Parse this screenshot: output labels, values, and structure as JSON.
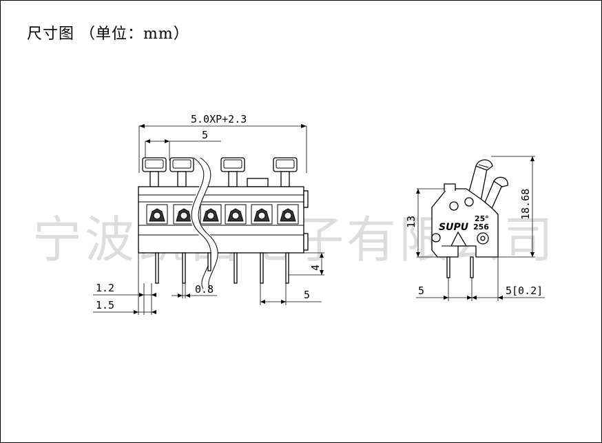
{
  "title": "尺寸图  （单位：mm）",
  "watermark": "宁波凯昌电子有限公司",
  "dimensions": {
    "overall_width": "5.0XP+2.3",
    "pitch_top": "5",
    "pin_width": "0.8",
    "pin_spacing": "5",
    "pin_length": "4",
    "offset_a": "1.2",
    "offset_b": "1.5",
    "height_body": "13",
    "height_total": "18.68",
    "side_left": "5",
    "side_right": "5[0.2]"
  },
  "side_marks": {
    "brand": "SUPU",
    "angle": "25°",
    "code": "256"
  }
}
